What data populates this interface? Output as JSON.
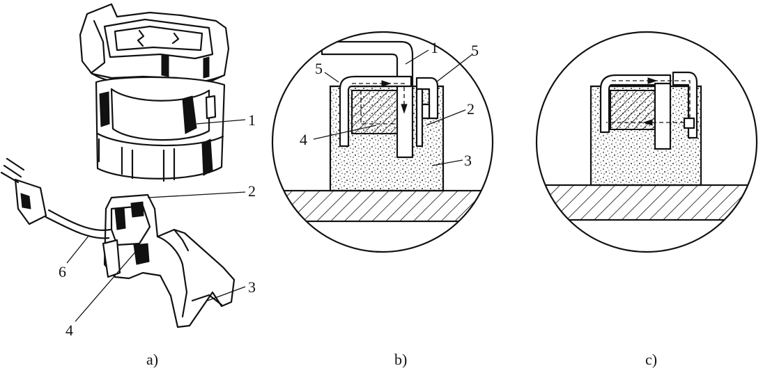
{
  "figure": {
    "panels": [
      {
        "id": "a",
        "caption": "a)"
      },
      {
        "id": "b",
        "caption": "b)"
      },
      {
        "id": "c",
        "caption": "c)"
      }
    ],
    "labels_a": [
      "1",
      "2",
      "3",
      "4",
      "6"
    ],
    "labels_b": [
      "1",
      "5",
      "5",
      "2",
      "4",
      "3"
    ]
  }
}
